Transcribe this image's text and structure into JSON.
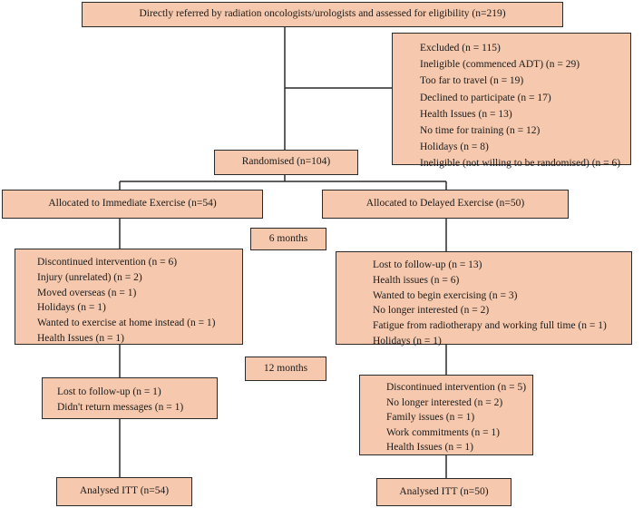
{
  "referred": "Directly referred by radiation oncologists/urologists and assessed for eligibility (n=219)",
  "excluded": [
    "Excluded (n = 115)",
    "Ineligible (commenced ADT) (n = 29)",
    "Too far to travel (n = 19)",
    "Declined to participate (n = 17)",
    "Health Issues (n = 13)",
    "No time for training (n = 12)",
    "Holidays (n = 8)",
    "Ineligible (not willing to be randomised) (n = 6)"
  ],
  "randomised": "Randomised (n=104)",
  "alloc_immediate": "Allocated to Immediate Exercise (n=54)",
  "alloc_delayed": "Allocated to Delayed Exercise (n=50)",
  "six_months": "6 months",
  "twelve_months": "12 months",
  "immediate_6m": [
    "Discontinued intervention (n = 6)",
    "Injury (unrelated) (n = 2)",
    "Moved overseas (n = 1)",
    "Holidays (n = 1)",
    "Wanted to exercise at home instead (n = 1)",
    "Health Issues (n = 1)"
  ],
  "delayed_6m": [
    "Lost to follow-up (n = 13)",
    "Health issues (n = 6)",
    "Wanted to begin exercising (n = 3)",
    "No longer interested (n = 2)",
    "Fatigue from radiotherapy and working full time (n = 1)",
    "Holidays (n = 1)"
  ],
  "immediate_12m": [
    "Lost to follow-up (n = 1)",
    "Didn't return messages (n = 1)"
  ],
  "delayed_12m": [
    "Discontinued intervention (n = 5)",
    "No longer interested (n = 2)",
    "Family issues (n = 1)",
    "Work commitments (n = 1)",
    "Health Issues (n = 1)"
  ],
  "analysed_immediate": "Analysed ITT (n=54)",
  "analysed_delayed": "Analysed ITT (n=50)",
  "colors": {
    "box_fill": "#f6c9ae",
    "line": "#2a2a2a"
  }
}
